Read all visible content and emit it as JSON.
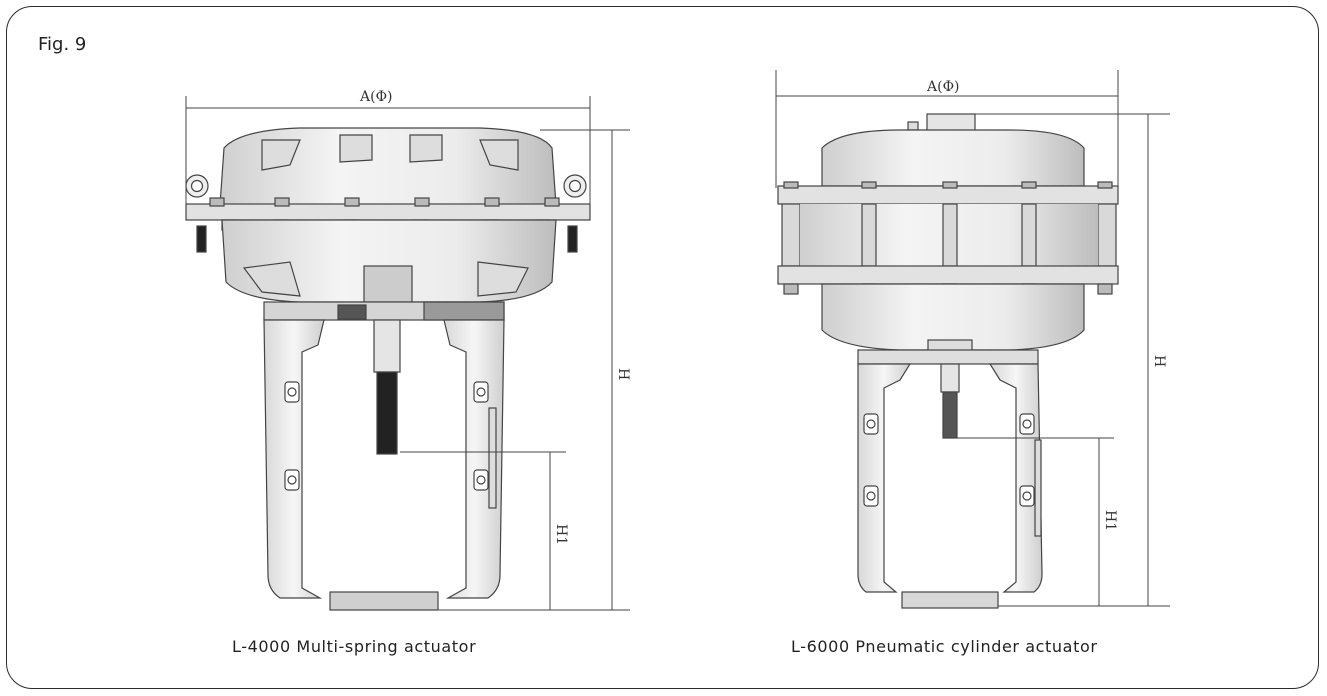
{
  "figure_label": "Fig. 9",
  "actuators": [
    {
      "caption": "L-4000 Multi-spring actuator",
      "dimension_labels": {
        "width": "A(Φ)",
        "height": "H",
        "stroke_height": "H1"
      }
    },
    {
      "caption": "L-6000 Pneumatic cylinder actuator",
      "dimension_labels": {
        "width": "A(Φ)",
        "height": "H",
        "stroke_height": "H1"
      }
    }
  ],
  "colors": {
    "line": "#3a3a3a",
    "body": "#e6e6e6",
    "shade": "#9a9a9a",
    "dark": "#222222"
  }
}
